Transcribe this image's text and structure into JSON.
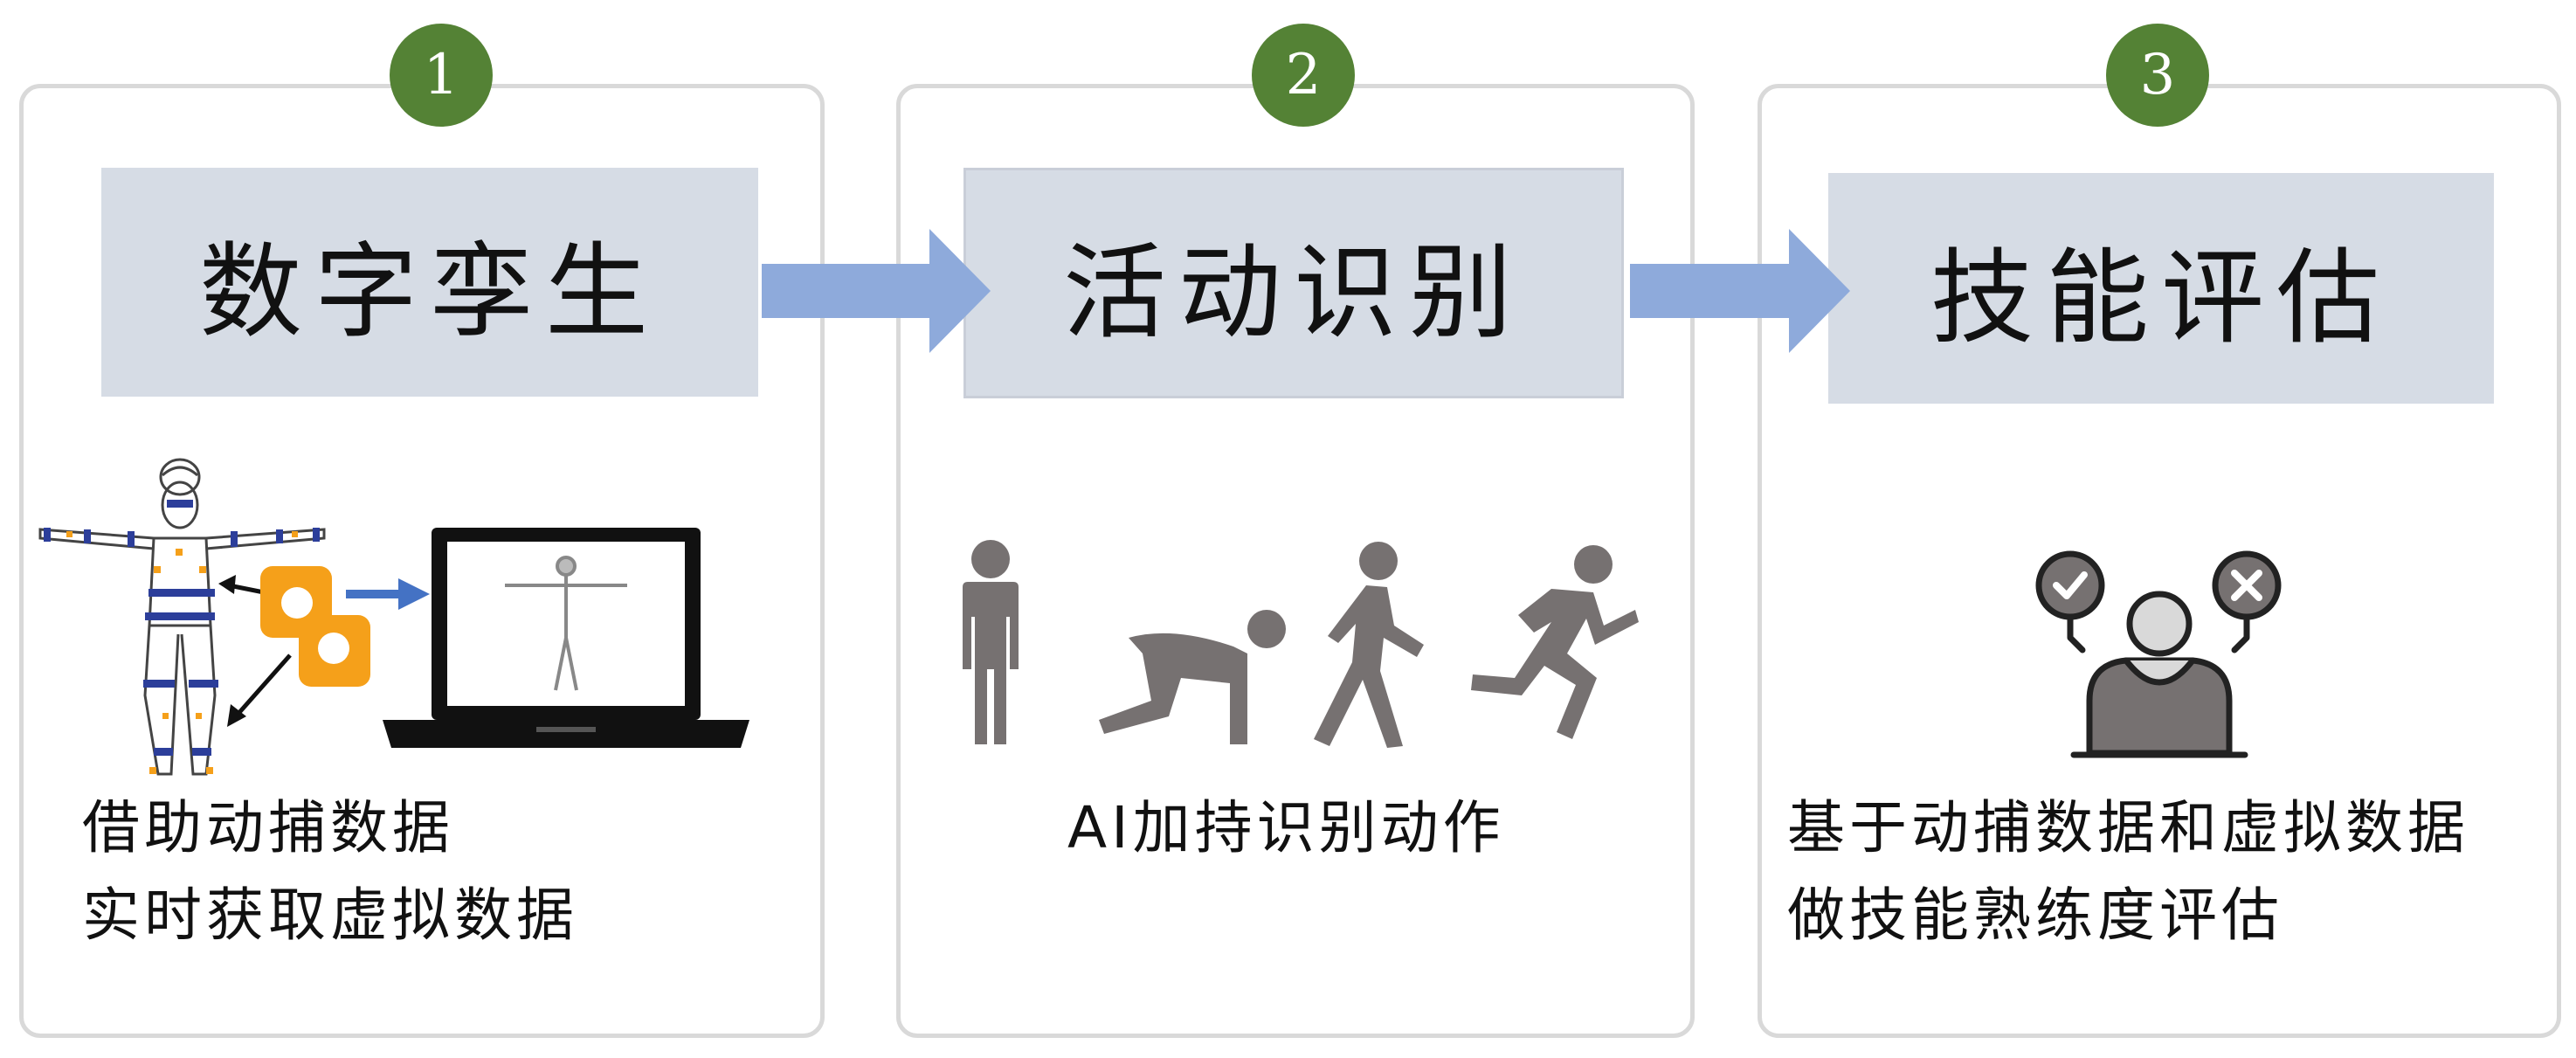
{
  "steps": [
    {
      "number": "1",
      "title": "数字孪生",
      "description": [
        "借助动捕数据",
        "实时获取虚拟数据"
      ]
    },
    {
      "number": "2",
      "title": "活动识别",
      "description": [
        "AI加持识别动作"
      ]
    },
    {
      "number": "3",
      "title": "技能评估",
      "description": [
        "基于动捕数据和虚拟数据",
        "做技能熟练度评估"
      ]
    }
  ],
  "icons": {
    "step1": [
      "mocap-suit-person-icon",
      "sensor-node-icon",
      "laptop-avatar-icon"
    ],
    "step2": [
      "standing-person-icon",
      "crouching-person-icon",
      "walking-person-icon",
      "running-person-icon"
    ],
    "step3": [
      "person-decision-icon",
      "check-icon",
      "cross-icon"
    ]
  },
  "colors": {
    "badge": "#548235",
    "title_box": "#d6dce5",
    "flow_arrow": "#8eaadb",
    "sensor": "#f5a01a",
    "figure_gray": "#767171"
  }
}
